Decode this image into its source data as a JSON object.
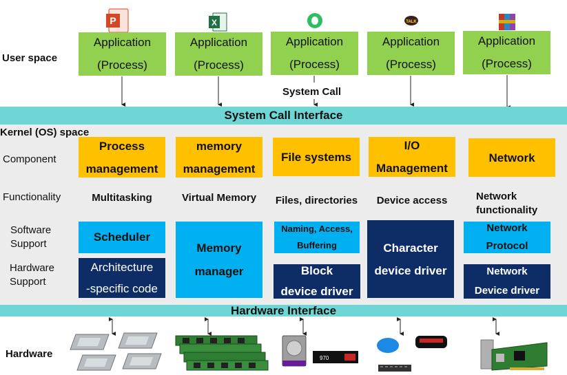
{
  "labels": {
    "user_space": "User space",
    "kernel_space": "Kernel (OS) space",
    "component": "Component",
    "functionality": "Functionality",
    "software_support": "Software\nSupport",
    "hardware_support": "Hardware\nSupport",
    "hardware": "Hardware",
    "system_call": "System Call"
  },
  "bands": {
    "system_call_interface": "System Call Interface",
    "hardware_interface": "Hardware Interface"
  },
  "applications": [
    {
      "line1": "Application",
      "line2": "(Process)",
      "icon": "powerpoint-icon"
    },
    {
      "line1": "Application",
      "line2": "(Process)",
      "icon": "excel-icon"
    },
    {
      "line1": "Application",
      "line2": "(Process)",
      "icon": "evernote-icon"
    },
    {
      "line1": "Application",
      "line2": "(Process)",
      "icon": "kakaotalk-icon"
    },
    {
      "line1": "Application",
      "line2": "(Process)",
      "icon": "winrar-icon"
    }
  ],
  "components": [
    "Process\nmanagement",
    "memory\nmanagement",
    "File systems",
    "I/O\nManagement",
    "Network"
  ],
  "functionality": [
    "Multitasking",
    "Virtual Memory",
    "Files, directories",
    "Device access",
    "Network\nfunctionality"
  ],
  "software_support": {
    "scheduler": "Scheduler",
    "memory_manager": "Memory\nmanager",
    "naming": "Naming, Access,\nBuffering",
    "character_driver": "Character\ndevice driver",
    "network_protocol": "Network\nProtocol"
  },
  "hardware_support": {
    "architecture": "Architecture\n-specific code",
    "block_driver": "Block\ndevice driver",
    "network_driver": "Network\nDevice driver"
  },
  "hardware_items": [
    "cpu-chips-icon",
    "ram-modules-icon",
    "disk-drives-icon",
    "peripherals-icon",
    "network-card-icon"
  ],
  "colors": {
    "application": "#92d050",
    "band": "#6fd6d6",
    "component": "#ffc000",
    "software_support": "#00b0f0",
    "hardware_support": "#0e2c66",
    "kernel_background": "#ececec"
  }
}
